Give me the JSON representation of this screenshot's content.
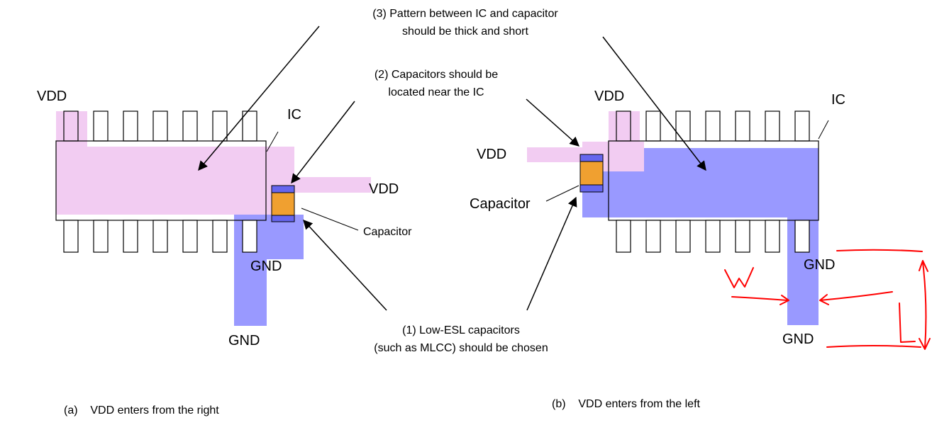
{
  "annotations": {
    "pattern_line1": "(3) Pattern between IC and capacitor",
    "pattern_line2": "should be thick and short",
    "near_line1": "(2) Capacitors should be",
    "near_line2": "located near the IC",
    "lowesl_line1": "(1) Low-ESL capacitors",
    "lowesl_line2": "(such as MLCC) should be chosen"
  },
  "left_diagram": {
    "vdd_top": "VDD",
    "ic": "IC",
    "vdd_right": "VDD",
    "capacitor": "Capacitor",
    "gnd_near": "GND",
    "gnd_bottom": "GND",
    "caption": "(a)    VDD enters from the right"
  },
  "right_diagram": {
    "vdd_top": "VDD",
    "ic": "IC",
    "vdd_left": "VDD",
    "capacitor": "Capacitor",
    "gnd_near": "GND",
    "gnd_bottom": "GND",
    "caption": "(b)    VDD enters from the left"
  },
  "handwriting": {
    "w": "W",
    "l": "L"
  },
  "colors": {
    "vdd_trace": "#f2ccf2",
    "gnd_trace": "#9999ff",
    "capacitor_body": "#f0a030",
    "capacitor_terminal": "#6666ee",
    "ink": "#ff0000"
  }
}
